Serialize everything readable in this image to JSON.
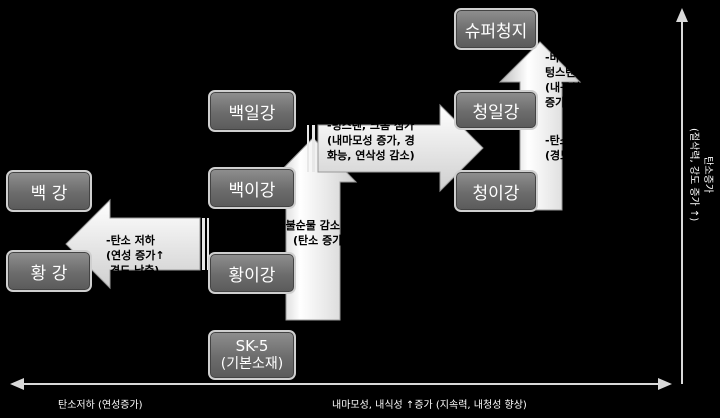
{
  "boxes": {
    "white_steel": "백 강",
    "yellow_steel": "황 강",
    "white_2": "백이강",
    "yellow_2": "황이강",
    "white_1": "백일강",
    "sk5": "SK-5",
    "sk5_sub": "(기본소재)",
    "blue_1": "청일강",
    "blue_2": "청이강",
    "super_blue": "슈퍼청지"
  },
  "notes": {
    "left": [
      "-탄소 저하",
      "(연성 증가↑",
      "경도 낮춤)"
    ],
    "middle_lower": [
      "-불순물 감소",
      "(탄소 증가↑)"
    ],
    "middle_upper": [
      "-텅스텐, 크롬 첨가",
      "(내마모성 증가, 경",
      "화능, 연삭성 감소)"
    ],
    "right_upper": [
      "-바나듐첨가, 크롬,",
      "텅스텐 탄소증가",
      "(내구성, 내마모성",
      "증가, 연삭성 저하)"
    ],
    "right_lower": [
      "-탄소",
      "(경도증가, 인장저하)"
    ]
  },
  "axes": {
    "bottom_left": "탄소저하 (연성증가)",
    "bottom_right": "내마모성, 내식성 ↑증가 (지속력, 내청성 향상)",
    "right_vertical_1": "탄소증가",
    "right_vertical_2": "(절삭력, 강도 증가 ↑)"
  },
  "colors": {
    "background": "#000000",
    "box_fill": "#7a7a7a",
    "box_border": "#cfcfcf",
    "arrow_fill": "#f2f2f2",
    "axis": "#d9d9d9"
  }
}
